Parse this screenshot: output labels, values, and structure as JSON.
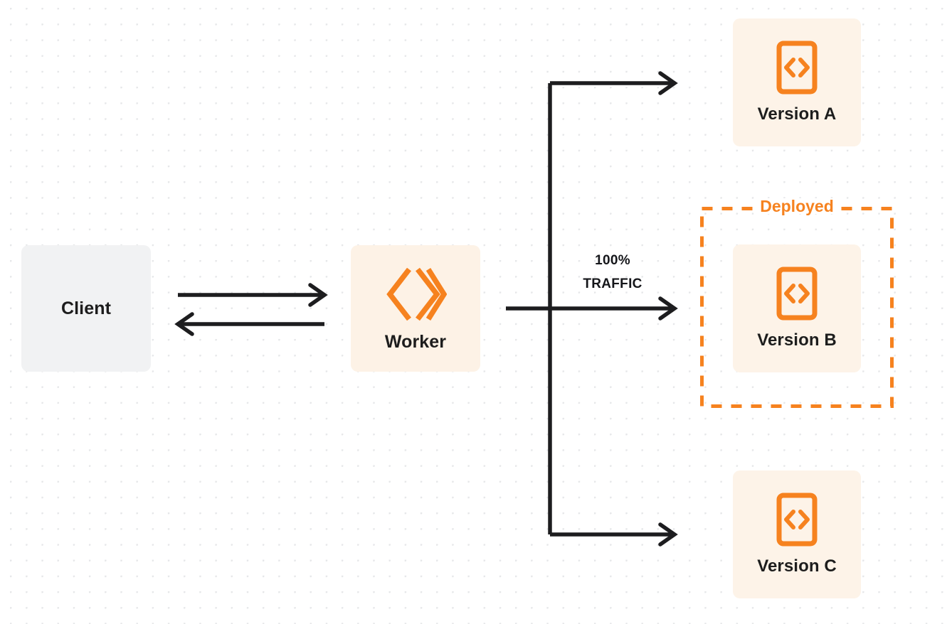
{
  "diagram": {
    "title": "Worker gradual deployment traffic split",
    "background": {
      "color": "#ffffff",
      "dot_color": "#e6e7e9",
      "pattern": "dot-grid"
    },
    "colors": {
      "accent_orange": "#f6821f",
      "card_cream": "#fdf3e8",
      "card_gray": "#f1f2f3",
      "line_dark": "#1d1d1f",
      "text_dark": "#1d1d1d"
    },
    "nodes": {
      "client": {
        "label": "Client",
        "icon": "none"
      },
      "worker": {
        "label": "Worker",
        "icon": "cloudflare-workers-logo"
      },
      "version_a": {
        "label": "Version A",
        "icon": "code-file-icon"
      },
      "version_b": {
        "label": "Version B",
        "icon": "code-file-icon"
      },
      "version_c": {
        "label": "Version C",
        "icon": "code-file-icon"
      }
    },
    "group": {
      "deployed_label": "Deployed",
      "style": "dashed-orange-border"
    },
    "traffic": {
      "percent": "100%",
      "unit": "TRAFFIC"
    },
    "connectors": {
      "client_to_worker": "request-arrow-right",
      "worker_to_client": "response-arrow-left",
      "worker_to_version_a": "branch-arrow-top",
      "worker_to_version_b": "branch-arrow-middle",
      "worker_to_version_c": "branch-arrow-bottom"
    }
  }
}
